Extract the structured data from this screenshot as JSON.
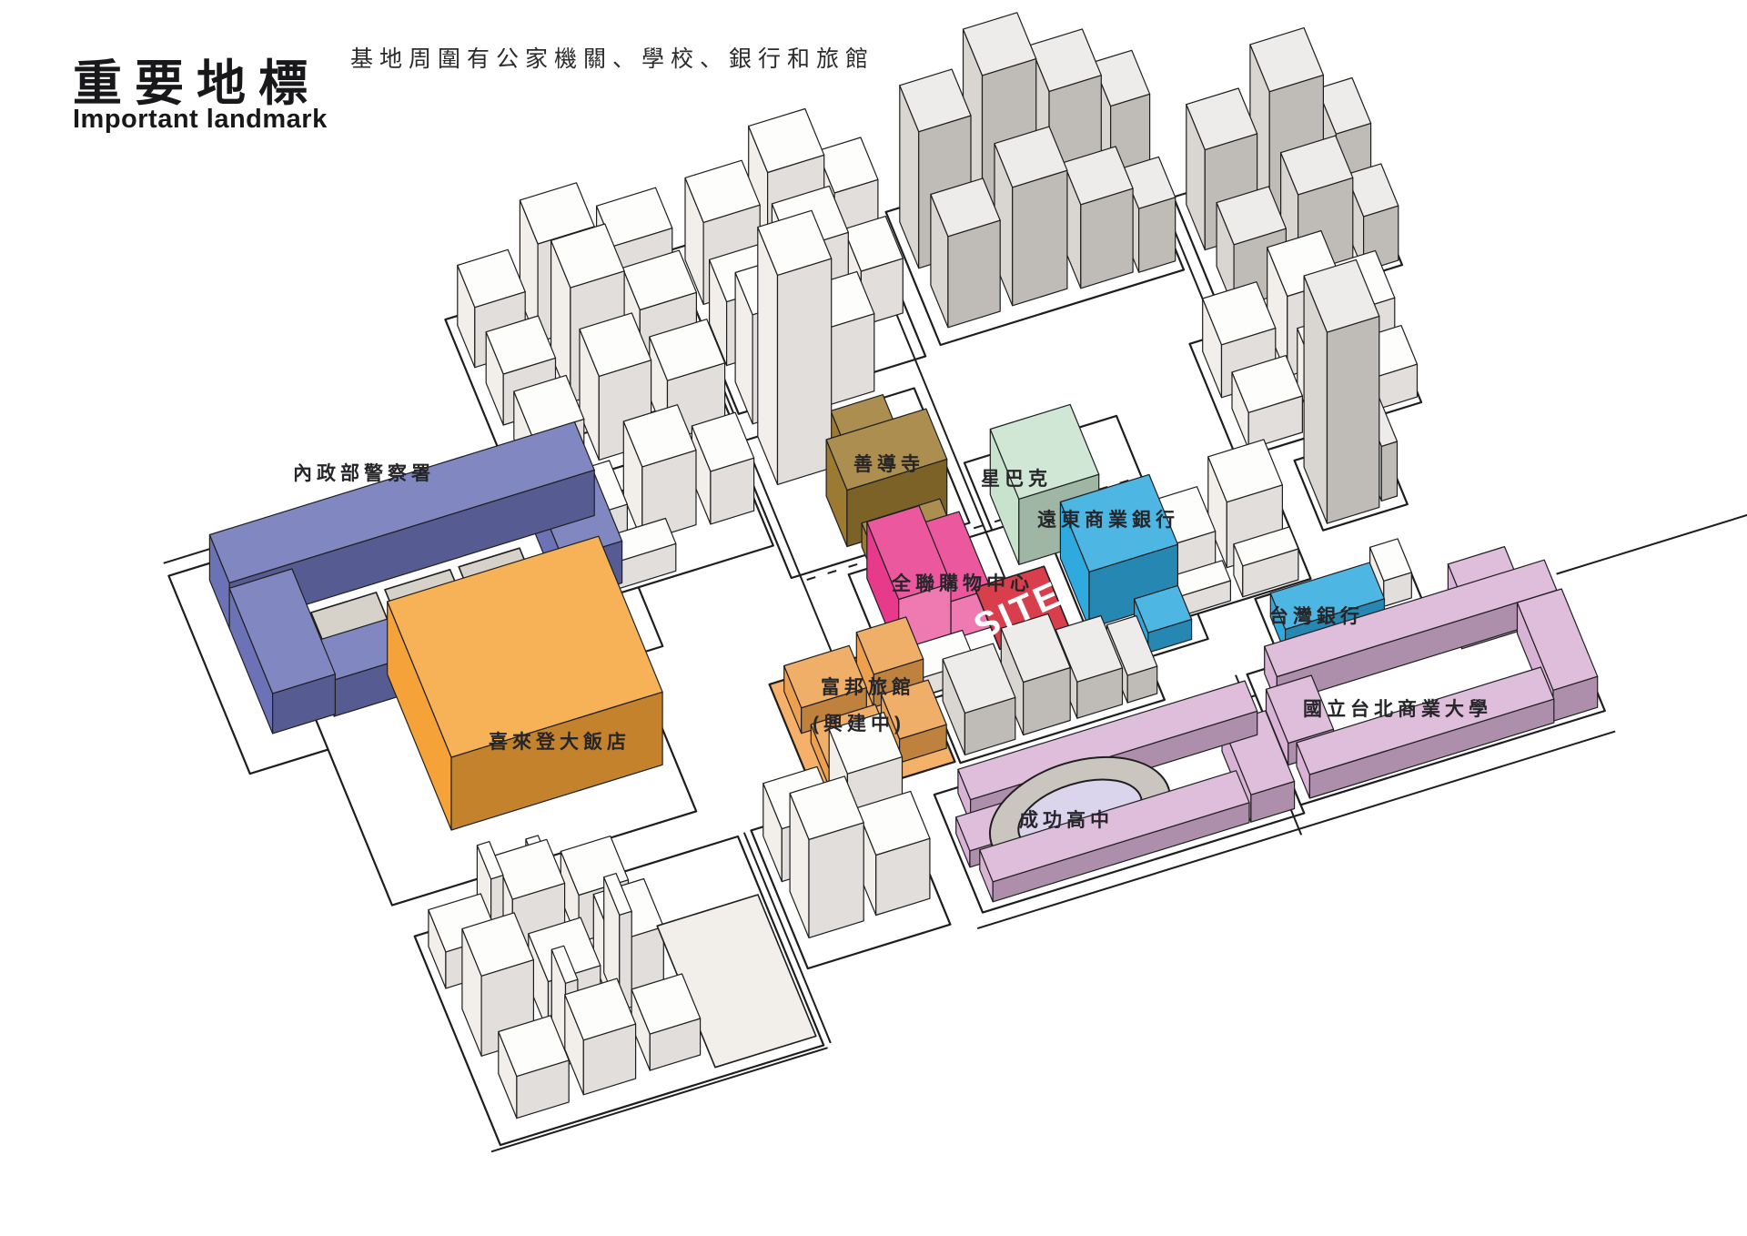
{
  "header": {
    "title_zh": "重要地標",
    "title_en": "Important landmark",
    "subtitle": "基地周圍有公家機關、學校、銀行和旅館"
  },
  "landmarks": {
    "police": {
      "label": "內政部警察署",
      "color": "#6B73B6"
    },
    "shandao": {
      "label": "善導寺",
      "color": "#9C7A31"
    },
    "starbucks": {
      "label": "星巴克",
      "color": "#C8E3CD"
    },
    "fareast": {
      "label": "遠東商業銀行",
      "color": "#2FA9DE"
    },
    "pxmart": {
      "label": "全聯購物中心",
      "color": "#E83A8D"
    },
    "site": {
      "label": "SITE",
      "color": "#D93E4C"
    },
    "taiwanbank": {
      "label": "台灣銀行",
      "color": "#2FA9DE"
    },
    "fubon": {
      "label_line1": "富邦旅館",
      "label_line2": "(興建中)",
      "color": "#EDA14E",
      "area_color": "#F5B169"
    },
    "sheraton": {
      "label": "喜來登大飯店",
      "color": "#F5A338"
    },
    "chenggong": {
      "label": "成功高中",
      "color": "#D9B3D6"
    },
    "ntub": {
      "label": "國立台北商業大學",
      "color": "#D9B3D6"
    }
  },
  "map": {
    "background": "#FFFFFF",
    "building_white": "#F2EFEB",
    "building_gray": "#D9D5D0",
    "court_gray": "#D6D2CA",
    "track_outer": "#CBC5C0",
    "track_infield": "#DAD4EC",
    "outline": "#1E1E1E"
  }
}
